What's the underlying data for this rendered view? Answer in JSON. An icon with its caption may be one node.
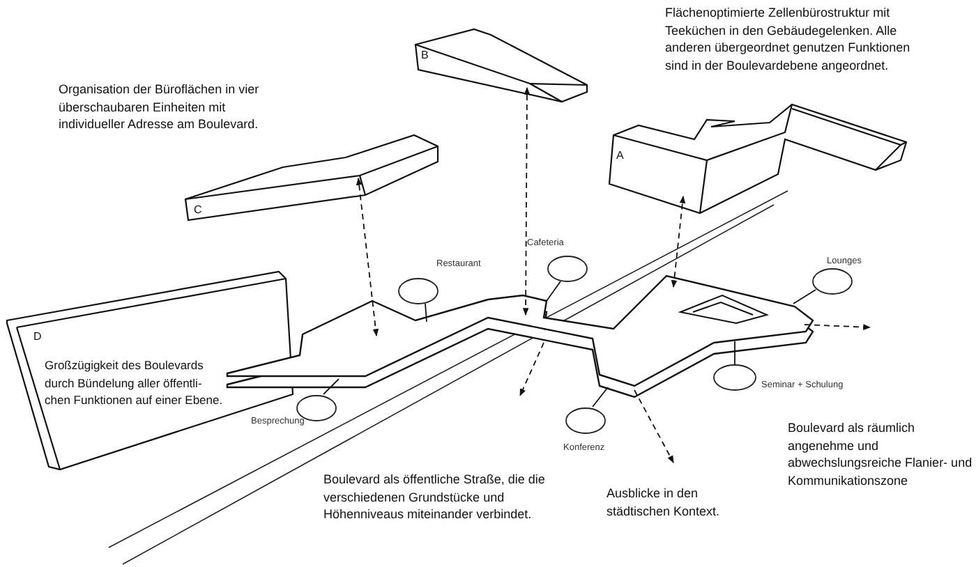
{
  "diagram": {
    "nodes": [
      {
        "text": [
          "C"
        ]
      },
      {
        "text": [
          "B"
        ]
      },
      {
        "text": [
          "A"
        ]
      },
      {
        "text": [
          "D",
          "Großzügigkeit des Boulevards durch Bündelung aller öffentli-chen Funktionen auf einer Ebene."
        ]
      },
      {
        "text": [],
        "shape": "box"
      },
      {
        "text": [],
        "shape": "circle",
        "beside": [
          "Besprechung"
        ]
      },
      {
        "text": [],
        "shape": "circle",
        "beside": [
          "Restaurant"
        ]
      },
      {
        "text": [],
        "shape": "circle",
        "beside": [
          "Cafeteria"
        ]
      },
      {
        "text": [],
        "shape": "circle",
        "beside": [
          "Konferenz"
        ]
      },
      {
        "text": [],
        "shape": "circle"
      },
      {
        "text": [],
        "shape": "circle",
        "beside": [
          "Lounges"
        ]
      }
    ],
    "edges": [
      {
        "from": 4,
        "to": 0,
        "arrow": "both",
        "style": "dashed"
      },
      {
        "from": 4,
        "to": 1,
        "arrow": "both",
        "style": "dashed"
      },
      {
        "from": 4,
        "to": 2,
        "arrow": "both",
        "style": "dashed"
      },
      {
        "from": 5,
        "to": 4,
        "arrow": "none"
      },
      {
        "from": 6,
        "to": 4,
        "arrow": "none"
      },
      {
        "from": 7,
        "to": 4,
        "arrow": "none"
      },
      {
        "from": 8,
        "to": 4,
        "arrow": "none"
      },
      {
        "from": 9,
        "to": 4,
        "arrow": "none"
      },
      {
        "from": 10,
        "to": 4,
        "arrow": "none"
      },
      {
        "from": 4,
        "to": null,
        "arrow": "to",
        "style": "dashed"
      },
      {
        "from": 4,
        "to": null,
        "arrow": "to",
        "style": "dashed"
      },
      {
        "from": 4,
        "to": null,
        "arrow": "to",
        "style": "dashed"
      }
    ],
    "labels": [
      "Flächenoptimierte Zellenbürostruktur mit Teeküchen in den Gebäudegelenken. Alle anderen übergeordnet genutzen Funktionen sind in der Boulevardebene angeordnet.",
      "Organisation der Büroflächen in vier überschaubaren Einheiten mit individueller Adresse am Boulevard.",
      "Seminar + Schulung",
      "Boulevard als räumlich angenehme und abwechslungsreiche Flanier- und Kommunikationszone",
      "Boulevard als öffentliche Straße, die die verschiedenen Grundstücke und Höhenniveaus miteinander verbindet.",
      "Ausblicke in den städtischen Kontext."
    ]
  }
}
